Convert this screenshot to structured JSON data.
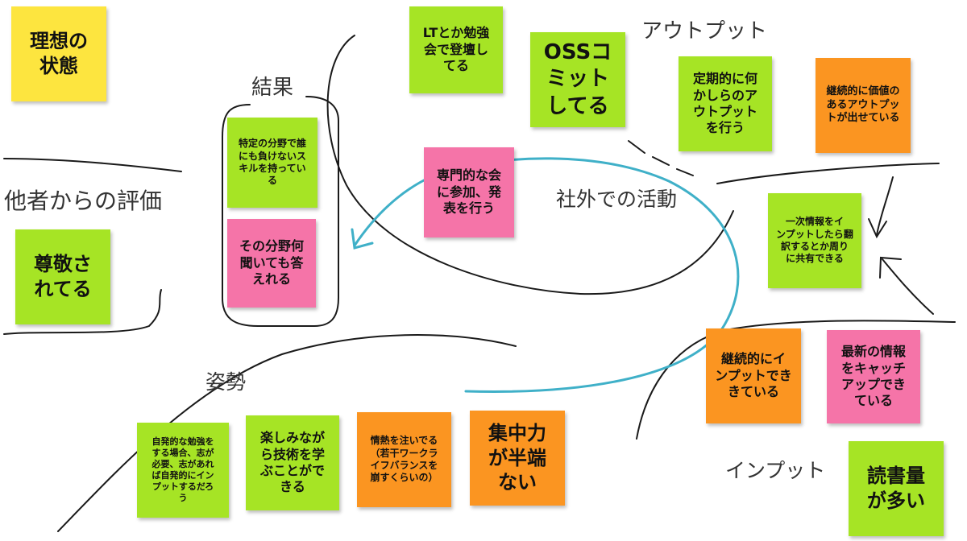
{
  "colors": {
    "yellow": "#fde53f",
    "green": "#a6e425",
    "orange": "#fb9521",
    "pink": "#f574a8",
    "teal_arrow": "#3fb0c8",
    "ink": "#1a1a1a"
  },
  "labels": {
    "outcome": "結果",
    "others_eval": "他者からの評価",
    "outside_activity": "社外での活動",
    "output": "アウトプット",
    "attitude": "姿勢",
    "input": "インプット"
  },
  "notes": {
    "ideal_state": "理想の\n状態",
    "respected": "尊敬さ\nれてる",
    "lt_speaker": "LTとか勉強\n会で登壇し\nてる",
    "oss_commit": "OSSコ\nミット\nしてる",
    "regular_output": "定期的に何\nかしらのア\nウトプット\nを行う",
    "valuable_output": "継続的に価値の\nあるアウトプッ\nトが出せている",
    "unbeatable_skill": "特定の分野で誰\nにも負けないス\nキルを持ってい\nる",
    "answer_anything": "その分野何\n聞いても答\nえれる",
    "join_meetups": "専門的な会\nに参加、発\n表を行う",
    "share_translation": "一次情報をイ\nンプットしたら翻\n訳するとか周り\nに共有できる",
    "continuous_input": "継続的にイ\nンプットでき\nきている",
    "catch_latest": "最新の情報\nをキャッチ\nアップでき\nている",
    "self_study": "自発的な勉強を\nする場合、志が\n必要、志があれ\nば自発的にイン\nプットするだろ\nう",
    "enjoy_learning": "楽しみなが\nら技術を学\nぶことがで\nきる",
    "passion": "情熱を注いでる\n（若干ワークラ\nイフバランスを\n崩すくらいの）",
    "half_focused": "集中力\nが半端\nない",
    "read_a_lot": "読書量\nが多い"
  }
}
